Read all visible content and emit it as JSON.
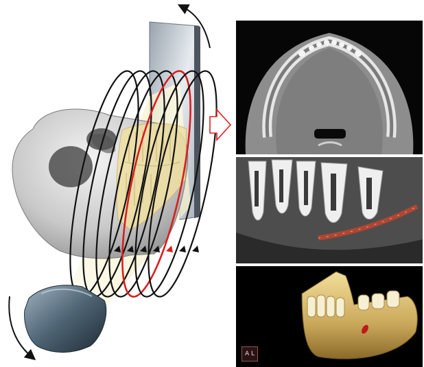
{
  "diagram": {
    "type": "cbct-scan-illustration",
    "scan_plane_count": 7,
    "highlight_plane_index": 4,
    "highlight_color": "#d81e1e",
    "plane_color": "#111111",
    "source_color": "#5d7384",
    "detector_color": "#b8c2cc",
    "arrow_color": "#e02020",
    "orientation_cube": {
      "label": "A L"
    }
  }
}
